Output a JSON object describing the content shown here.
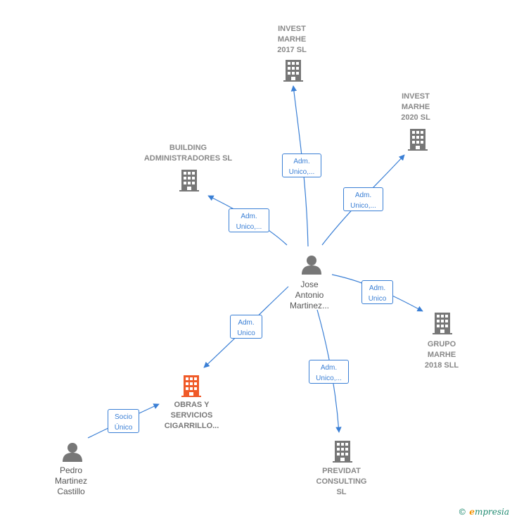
{
  "nodes": {
    "invest_2017": {
      "label": "INVEST\nMARHE\n2017  SL",
      "icon": "building-icon",
      "color": "#777777"
    },
    "invest_2020": {
      "label": "INVEST\nMARHE\n2020  SL",
      "icon": "building-icon",
      "color": "#777777"
    },
    "building_admin": {
      "label": "BUILDING\nADMINISTRADORES SL",
      "icon": "building-icon",
      "color": "#777777"
    },
    "jose": {
      "label": "Jose\nAntonio\nMartinez...",
      "icon": "person-icon",
      "color": "#777777"
    },
    "grupo_marhe": {
      "label": "GRUPO\nMARHE\n2018  SLL",
      "icon": "building-icon",
      "color": "#777777"
    },
    "obras": {
      "label": "OBRAS Y\nSERVICIOS\nCIGARRILLO...",
      "icon": "building-icon",
      "color": "#f05a28"
    },
    "previdat": {
      "label": "PREVIDAT\nCONSULTING\nSL",
      "icon": "building-icon",
      "color": "#777777"
    },
    "pedro": {
      "label": "Pedro\nMartinez\nCastillo",
      "icon": "person-icon",
      "color": "#777777"
    }
  },
  "edges": {
    "jose_invest2017": "Adm.\nUnico,...",
    "jose_invest2020": "Adm.\nUnico,...",
    "jose_building": "Adm.\nUnico,...",
    "jose_grupo": "Adm.\nUnico",
    "jose_obras": "Adm.\nUnico",
    "jose_previdat": "Adm.\nUnico,...",
    "pedro_obras": "Socio\nÚnico"
  },
  "footer": {
    "copyright": "©",
    "brand_first": "e",
    "brand_rest": "mpresia"
  },
  "colors": {
    "edge": "#3a7fd5",
    "node": "#777777",
    "focus": "#f05a28"
  }
}
